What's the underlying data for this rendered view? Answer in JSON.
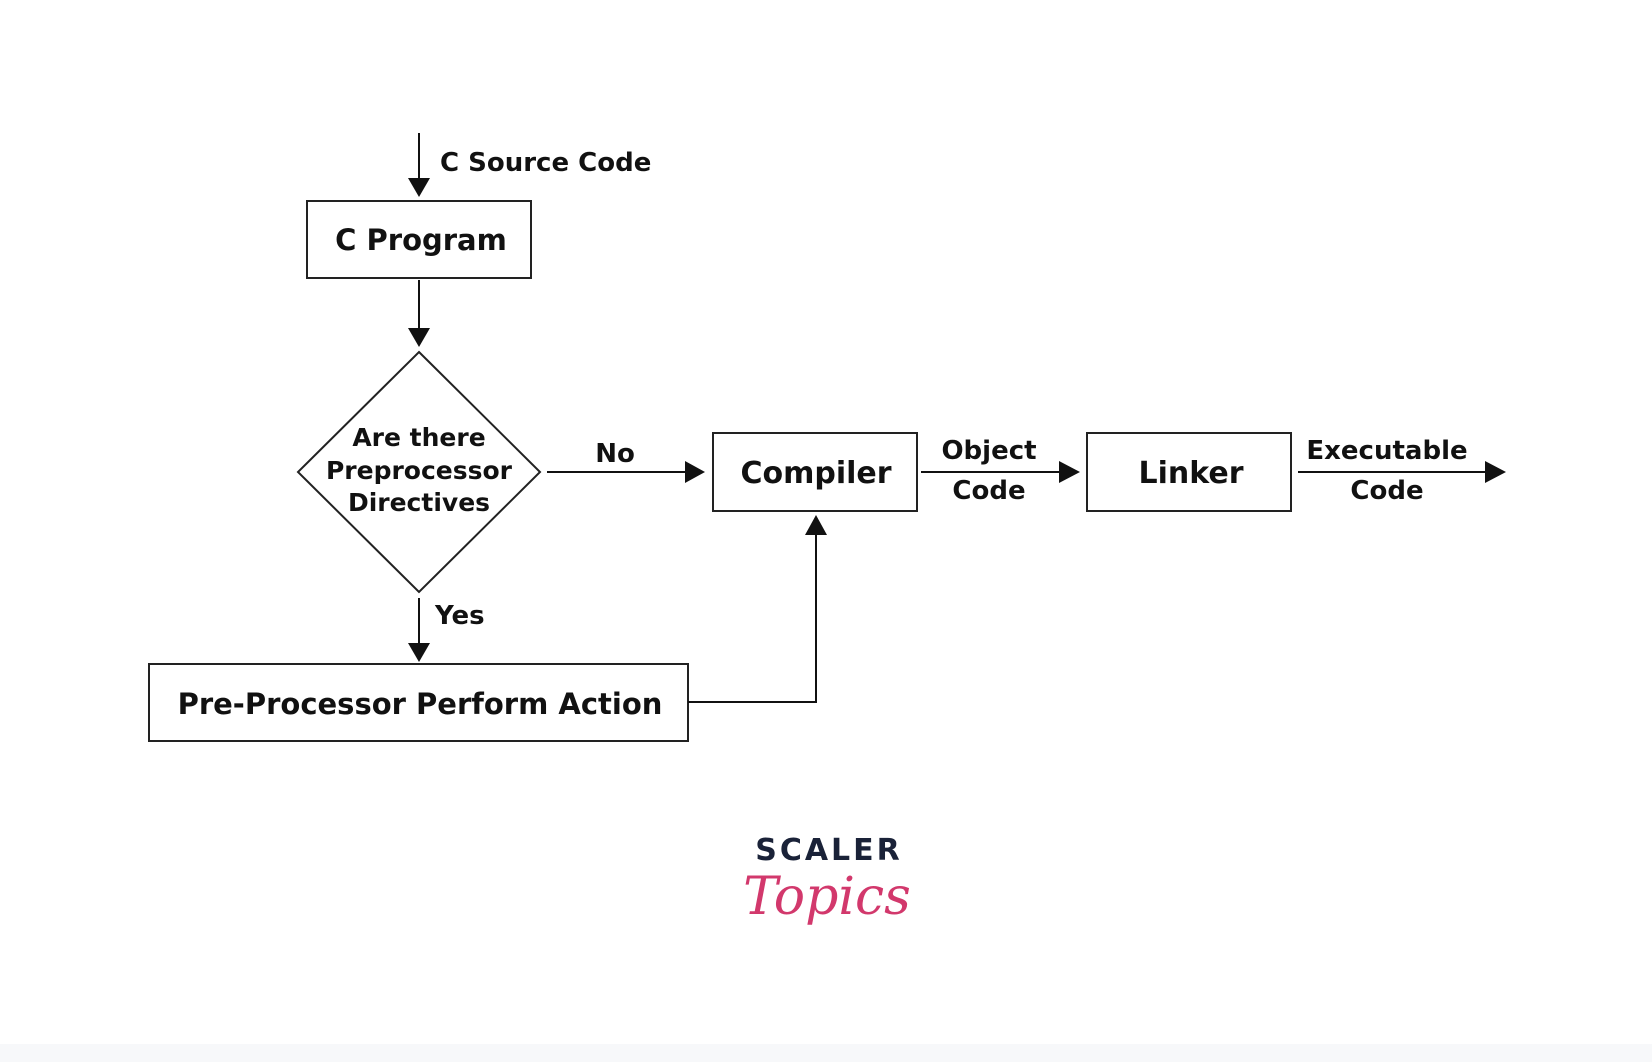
{
  "diagram": {
    "input_label": "C Source Code",
    "nodes": {
      "program": "C Program",
      "decision": [
        "Are there",
        "Preprocessor",
        "Directives"
      ],
      "preprocessor": "Pre-Processor Perform Action",
      "compiler": "Compiler",
      "linker": "Linker"
    },
    "edges": {
      "no": "No",
      "yes": "Yes",
      "object_code": [
        "Object",
        "Code"
      ],
      "executable_code": [
        "Executable",
        "Code"
      ]
    }
  },
  "brand": {
    "name_top": "SCALER",
    "name_bottom": "Topics",
    "colors": {
      "top": "#1a2238",
      "bottom": "#d2386c"
    }
  }
}
